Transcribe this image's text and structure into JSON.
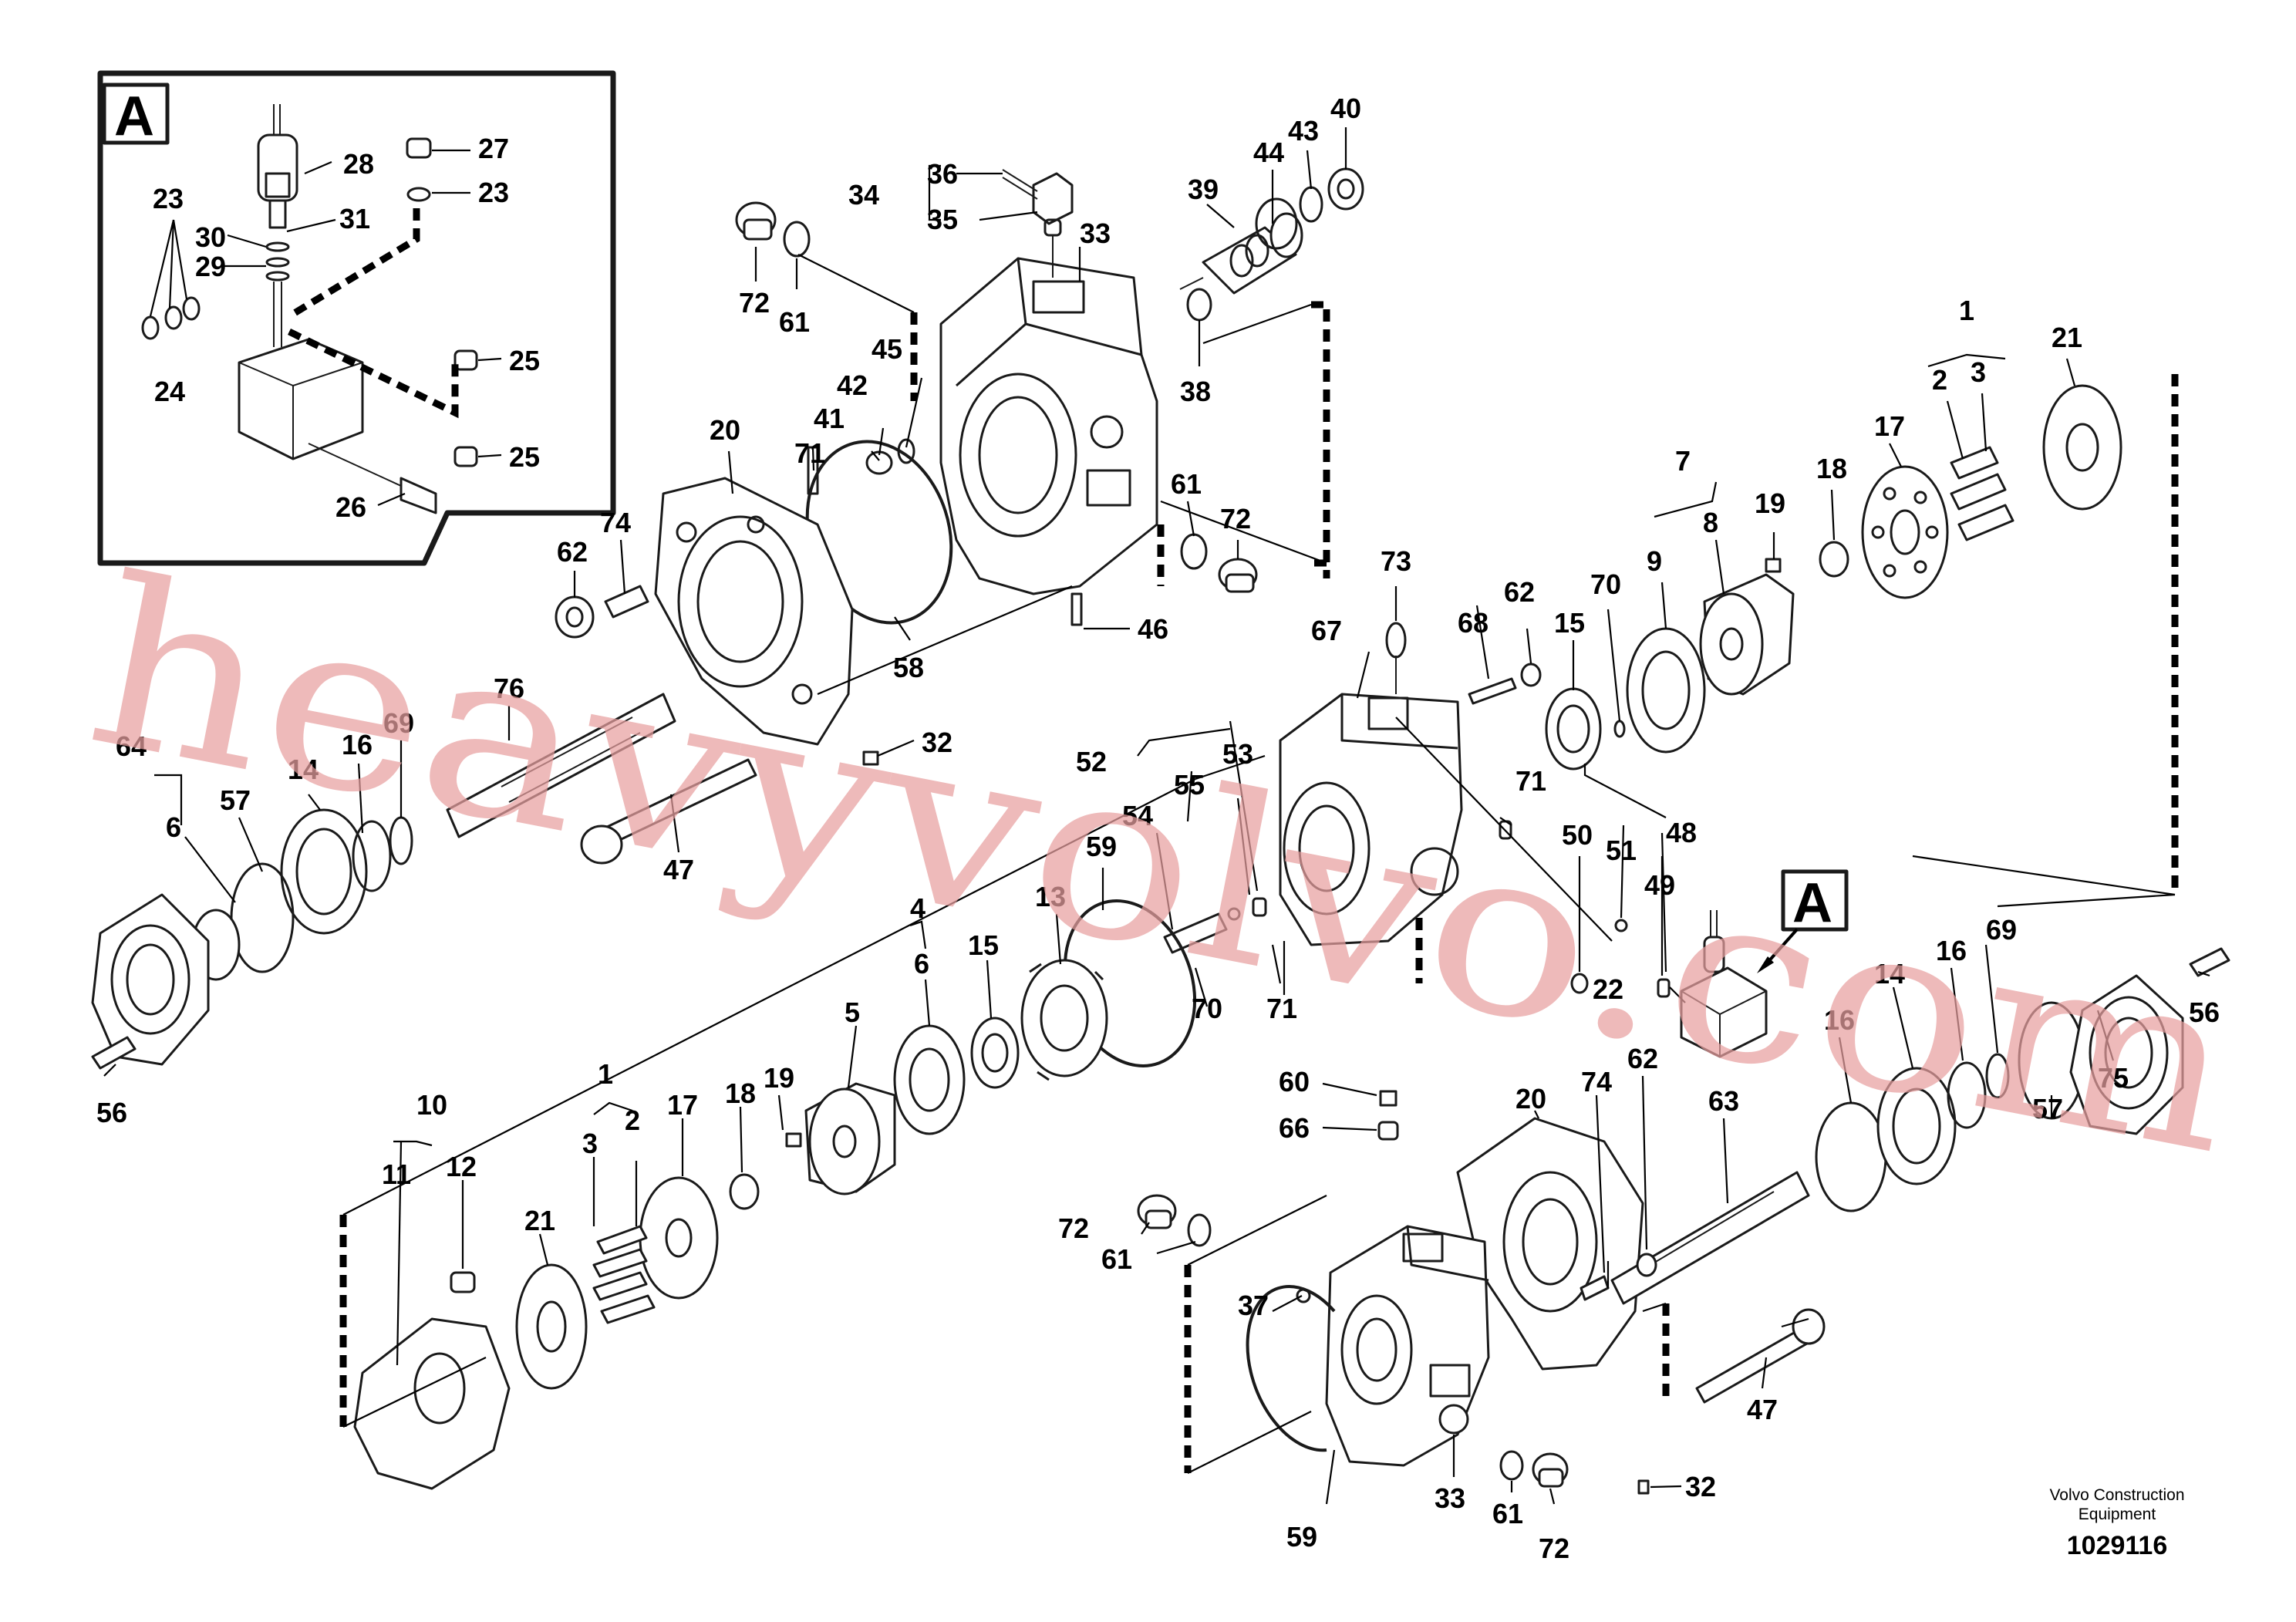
{
  "inset": {
    "letter": "A",
    "callouts": [
      "28",
      "27",
      "23",
      "23",
      "31",
      "30",
      "29",
      "24",
      "25",
      "25",
      "26"
    ]
  },
  "callouts": {
    "main": [
      "36",
      "34",
      "35",
      "33",
      "39",
      "44",
      "43",
      "40",
      "72",
      "61",
      "45",
      "42",
      "41",
      "38",
      "61",
      "72",
      "46",
      "20",
      "71",
      "74",
      "62",
      "58",
      "32",
      "76",
      "69",
      "16",
      "14",
      "64",
      "6",
      "57",
      "47",
      "56",
      "73",
      "68",
      "62",
      "67",
      "15",
      "70",
      "9",
      "7",
      "8",
      "19",
      "18",
      "17",
      "1",
      "2",
      "3",
      "21",
      "52",
      "55",
      "53",
      "54",
      "59",
      "71",
      "50",
      "51",
      "48",
      "49",
      "22",
      "13",
      "15",
      "4",
      "6",
      "5",
      "70",
      "71",
      "60",
      "66",
      "10",
      "11",
      "12",
      "1",
      "3",
      "2",
      "17",
      "18",
      "19",
      "21",
      "20",
      "74",
      "62",
      "63",
      "16",
      "14",
      "69",
      "16",
      "56",
      "75",
      "57",
      "72",
      "61",
      "37",
      "33",
      "61",
      "72",
      "59",
      "47",
      "32"
    ],
    "ref_marker": "A"
  },
  "credit": {
    "line1": "Volvo Construction",
    "line2": "Equipment"
  },
  "drawing_number": "1029116",
  "watermark": "heavyvolvo.com",
  "colors": {
    "line": "#1a1a1a",
    "watermark": "#e8a0a0",
    "background": "#ffffff"
  }
}
